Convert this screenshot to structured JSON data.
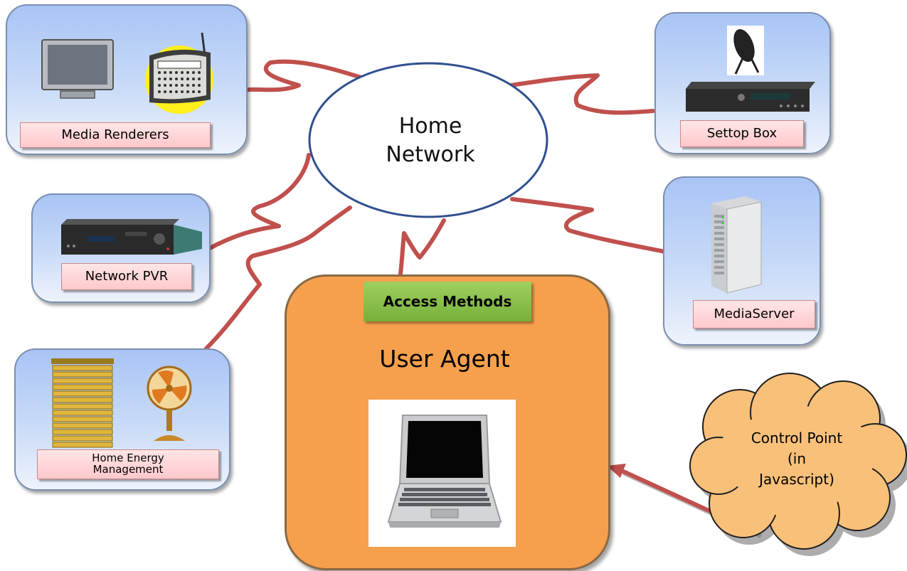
{
  "network": {
    "line1": "Home",
    "line2": "Network"
  },
  "boxes": {
    "renderers": {
      "label": "Media Renderers"
    },
    "pvr": {
      "label": "Network PVR"
    },
    "energy": {
      "line1": "Home Energy",
      "line2": "Management"
    },
    "settop": {
      "label": "Settop Box"
    },
    "mediaserver": {
      "label": "MediaServer"
    }
  },
  "agent": {
    "access_label": "Access Methods",
    "title": "User Agent"
  },
  "control_point": {
    "line1": "Control Point",
    "line2": "(in",
    "line3": "Javascript)"
  },
  "colors": {
    "wire": "#c0504d",
    "box_top": "#a9c4f5",
    "label_fill": "#ffd6d8",
    "agent_fill": "#f6a04d",
    "access_fill": "#8cc04c",
    "cloud_fill": "#f9c07a",
    "ellipse_stroke": "#2f4f8f"
  },
  "icons": [
    "tv-icon",
    "radio-icon",
    "satellite-dish-icon",
    "settop-box-icon",
    "pvr-icon",
    "server-tower-icon",
    "window-blinds-icon",
    "desk-fan-icon",
    "laptop-icon",
    "cloud-shape"
  ]
}
